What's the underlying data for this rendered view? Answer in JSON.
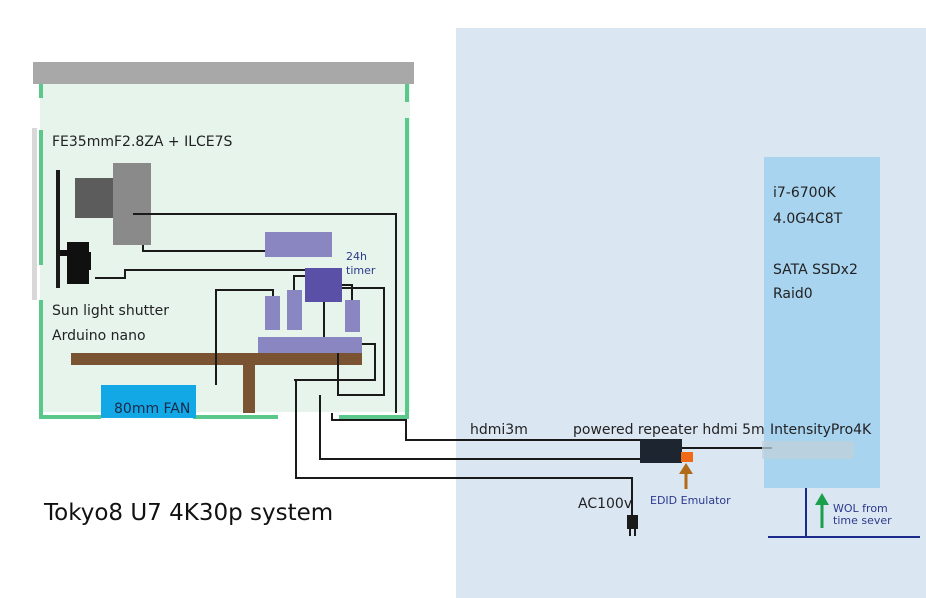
{
  "title": "Tokyo8 U7 4K30p system",
  "labels": {
    "camera": "FE35mmF2.8ZA + ILCE7S",
    "shutter": "Sun light shutter",
    "arduino": "Arduino nano",
    "fan": "80mm FAN",
    "timer_24h": "24h",
    "timer": "timer",
    "hdmi3m": "hdmi3m",
    "repeater": "powered repeater hdmi 5m",
    "intensity": "IntensityPro4K",
    "edid": "EDID Emulator",
    "ac100v": "AC100v",
    "pc_cpu": "i7-6700K",
    "pc_cores": "4.0G4C8T",
    "pc_storage": "SATA SSDx2",
    "pc_raid": "Raid0",
    "wol_1": "WOL from",
    "wol_2": "time sever"
  },
  "colors": {
    "room_bg": "#dbe6f3",
    "enclosure_bg": "#e6f4ec",
    "enclosure_wall": "#5ac88a",
    "roof": "#a8a8a8",
    "pc_bg": "#a8d4f0",
    "fan": "#12a8e6",
    "component": "#8a86c2",
    "timer": "#5a50a8",
    "shelf": "#7a5432",
    "repeater": "#1c2530",
    "edid_plug": "#f06a18",
    "arrow_edid": "#b06a18",
    "arrow_wol": "#1aa04a",
    "network": "#1c2a8c",
    "label_blue": "#2c3a8c"
  }
}
